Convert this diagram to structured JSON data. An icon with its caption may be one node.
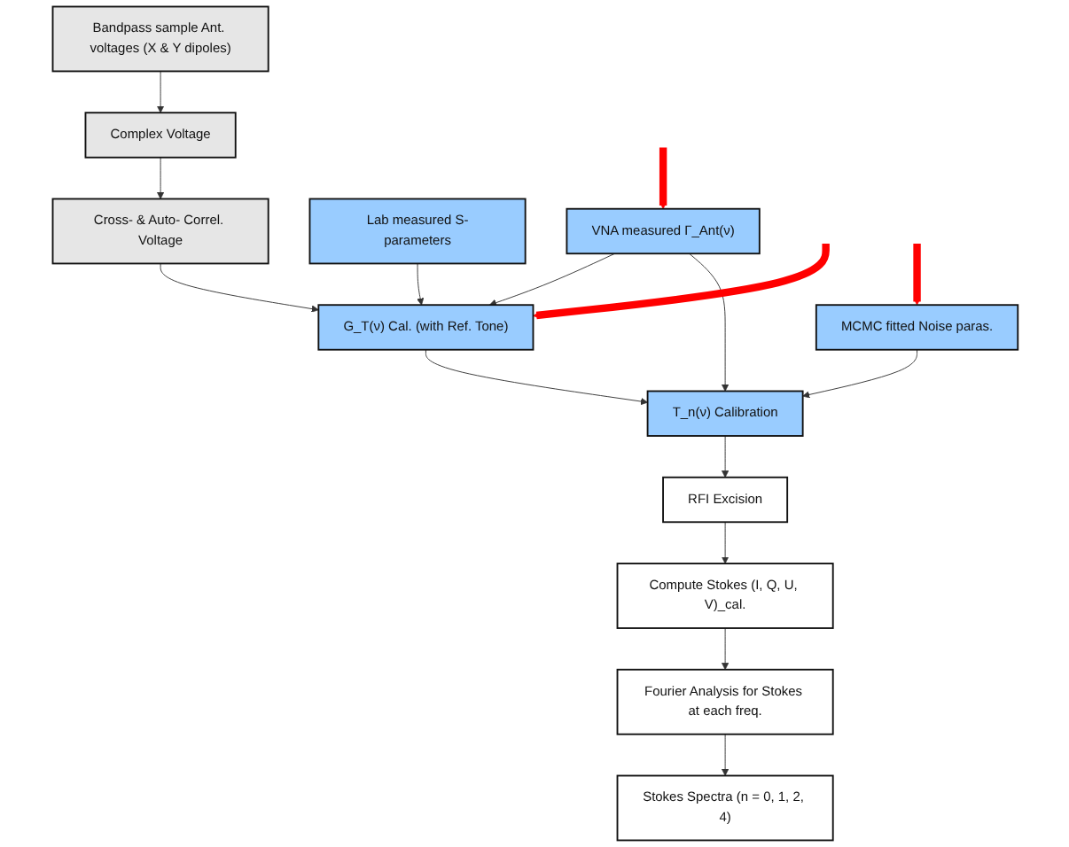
{
  "diagram": {
    "nodes": [
      {
        "text": [
          "Bandpass sample Ant. voltages (X & Y dipoles)"
        ]
      },
      {
        "text": [
          "Complex Voltage"
        ]
      },
      {
        "text": [
          "Cross- & Auto- Correl. Voltage"
        ]
      },
      {
        "text": [
          "Lab measured S-parameters"
        ]
      },
      {
        "text": [
          "G_T(ν) Cal. (with Ref. Tone)"
        ]
      },
      {
        "text": [
          "VNA measured Γ_Ant(ν)"
        ]
      },
      {
        "text": [
          "T_n(ν) Calibration"
        ]
      },
      {
        "text": [
          "RFI Excision"
        ]
      },
      {
        "text": [
          "MCMC fitted Noise paras."
        ]
      },
      {
        "text": [
          "Compute Stokes (I, Q, U, V)_cal."
        ]
      },
      {
        "text": [
          "Stokes Spectra (n = 0, 1, 2, 4)"
        ]
      },
      {
        "text": [
          "Fourier Analysis for Stokes at each freq."
        ]
      }
    ],
    "edges": [
      {
        "from": 0,
        "to": 1,
        "arrow": "to"
      },
      {
        "from": 1,
        "to": 2,
        "arrow": "to"
      },
      {
        "from": 2,
        "to": 4,
        "arrow": "to"
      },
      {
        "from": 3,
        "to": 4,
        "arrow": "to"
      },
      {
        "from": 5,
        "to": 4,
        "arrow": "to"
      },
      {
        "from": 5,
        "to": 6,
        "arrow": "to"
      },
      {
        "from": 4,
        "to": 6,
        "arrow": "to"
      },
      {
        "from": 8,
        "to": 6,
        "arrow": "to"
      },
      {
        "from": 6,
        "to": 7,
        "arrow": "to"
      },
      {
        "from": 7,
        "to": 9,
        "arrow": "to"
      },
      {
        "from": 9,
        "to": 11,
        "arrow": "to"
      },
      {
        "from": 11,
        "to": 10,
        "arrow": "to"
      },
      {
        "from": null,
        "to": 4,
        "arrow": "to",
        "style": "thick",
        "color": "#ff0000"
      },
      {
        "from": null,
        "to": 5,
        "arrow": "to",
        "style": "thick",
        "color": "#ff0000"
      },
      {
        "from": null,
        "to": 8,
        "arrow": "to",
        "style": "thick",
        "color": "#ff0000"
      }
    ]
  }
}
